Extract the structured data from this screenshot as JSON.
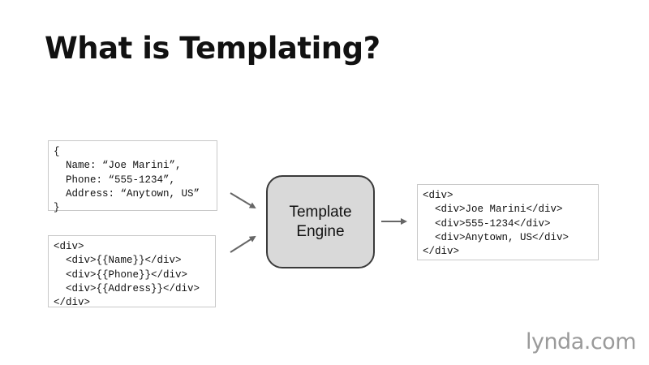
{
  "slide": {
    "title": "What is Templating?"
  },
  "data_box": {
    "lines": [
      "{",
      "  Name: “Joe Marini”,",
      "  Phone: “555-1234”,",
      "  Address: “Anytown, US”",
      "}"
    ]
  },
  "template_box": {
    "lines": [
      "<div>",
      "  <div>{{Name}}</div>",
      "  <div>{{Phone}}</div>",
      "  <div>{{Address}}</div>",
      "</div>"
    ]
  },
  "engine": {
    "line1": "Template",
    "line2": "Engine"
  },
  "output_box": {
    "lines": [
      "<div>",
      "  <div>Joe Marini</div>",
      "  <div>555-1234</div>",
      "  <div>Anytown, US</div>",
      "</div>"
    ]
  },
  "logo": {
    "text": "lynda.com"
  },
  "colors": {
    "engine_fill": "#d9d9d9",
    "engine_stroke": "#3a3a3a",
    "arrow": "#666666",
    "logo": "#9a9a9a"
  }
}
